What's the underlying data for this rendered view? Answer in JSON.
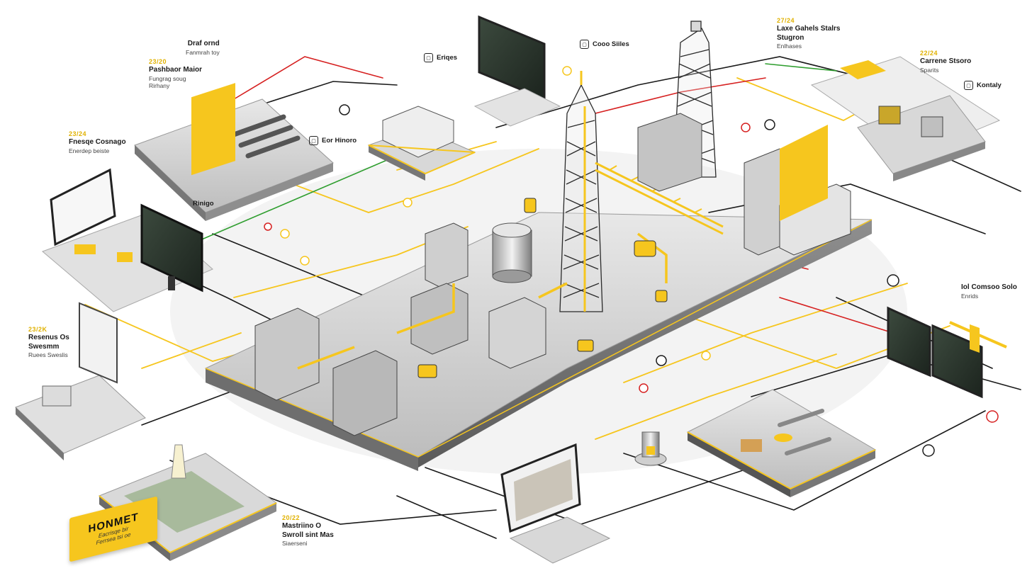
{
  "colors": {
    "accent_yellow": "#f6c61e",
    "line_red": "#d62020",
    "line_green": "#2f9e2f",
    "line_black": "#1a1a1a",
    "steel": "#8a8a8a",
    "platform": "#d9d9d9"
  },
  "labels": {
    "top_left": {
      "line1": "Draf ornd",
      "line2": "Fanmrah toy"
    },
    "pipeline": {
      "code": "23/20",
      "line1": "Pashbaor Maior",
      "line2": "Fungrag soug",
      "line3": "Rirhany"
    },
    "left_top": {
      "code": "23/24",
      "line1": "Fnesqe Cosnago",
      "line2": "Enerdep beiste"
    },
    "left_mid": {
      "code": "23/2K",
      "line1": "Resenus Os",
      "line2": "Swesmm",
      "line3": "Ruees Sweslis"
    },
    "bottom_center": {
      "code": "20/22",
      "line1": "Mastriino O",
      "line2": "Swroll sint Mas",
      "line3": "Siaerseni"
    },
    "top_right_a": {
      "code": "27/24",
      "line1": "Laxe Gahels Stalrs",
      "line2": "Stugron",
      "line3": "Enlhases"
    },
    "top_right_b": {
      "code": "22/24",
      "line1": "Carrene Stsoro",
      "line2": "Sparits"
    },
    "right_mid": {
      "line1": "Iol Comsoo Solo",
      "line2": "Enrids"
    },
    "brand_badge": {
      "title": "HONMET",
      "subtitle": "Eacrisqe bir",
      "sub2": "Ferrsea tsi oe"
    }
  },
  "pills": {
    "pos1": "Eriqes",
    "pos2": "Cooo Siiles",
    "pos3": "Eor Hinoro",
    "pos4": "Kontaly",
    "pos5": "Rinigo"
  }
}
